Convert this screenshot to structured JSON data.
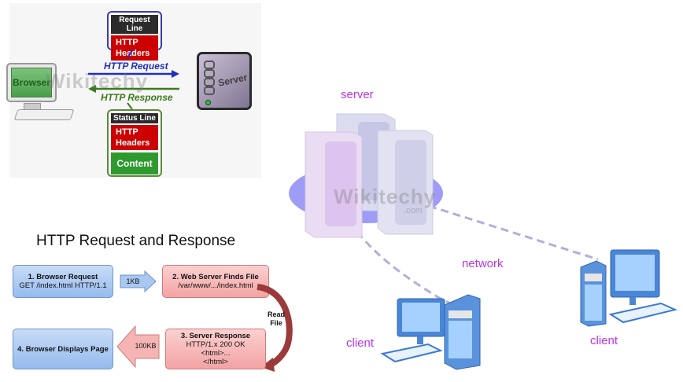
{
  "top_left": {
    "request_box": {
      "header": "Request Line",
      "line1": "HTTP",
      "line2": "Headers"
    },
    "request_arrow_label": "HTTP Request",
    "response_arrow_label": "HTTP Response",
    "response_box": {
      "header": "Status Line",
      "line1": "HTTP",
      "line2": "Headers",
      "content": "Content"
    },
    "browser_label": "Browser",
    "server_label": "Server",
    "watermark": "Wikitechy",
    "colors": {
      "request": "#1f2fbf",
      "response": "#3c7a1e",
      "headers": "#cc0000",
      "content": "#2e9a2e"
    }
  },
  "flow": {
    "title": "HTTP Request and Response",
    "step1": {
      "title": "1. Browser Request",
      "detail": "GET /index.html HTTP/1.1"
    },
    "step2": {
      "title": "2. Web Server Finds File",
      "detail": "/var/www/.../index.html"
    },
    "step3": {
      "title": "3. Server Response",
      "line1": "HTTP/1.x 200 OK",
      "line2": "<html>...",
      "line3": "</html>"
    },
    "step4": {
      "title": "4. Browser Displays Page"
    },
    "request_size": "1KB",
    "response_size": "100KB",
    "read_file_line1": "Read",
    "read_file_line2": "File"
  },
  "network": {
    "server_label": "server",
    "network_label": "network",
    "client_left_label": "client",
    "client_right_label": "client",
    "watermark": "Wikitechy",
    "watermark_sub": ".com"
  }
}
